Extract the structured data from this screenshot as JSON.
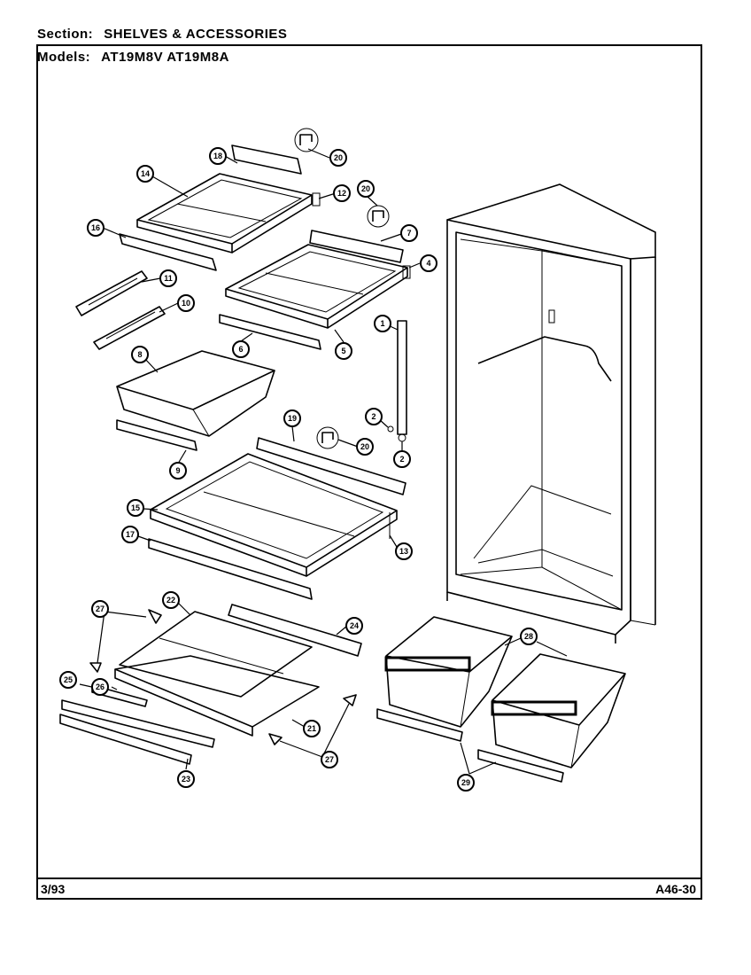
{
  "header": {
    "section_label": "Section:",
    "section_value": "SHELVES & ACCESSORIES",
    "models_label": "Models:",
    "models_value": "AT19M8V AT19M8A"
  },
  "footer": {
    "date": "3/93",
    "page_code": "A46-30"
  },
  "callouts": {
    "c1": "1",
    "c2a": "2",
    "c2b": "2",
    "c4": "4",
    "c5": "5",
    "c6": "6",
    "c7": "7",
    "c8": "8",
    "c9": "9",
    "c10": "10",
    "c11": "11",
    "c12": "12",
    "c13": "13",
    "c14": "14",
    "c15": "15",
    "c16": "16",
    "c17": "17",
    "c18": "18",
    "c19": "19",
    "c20a": "20",
    "c20b": "20",
    "c20c": "20",
    "c21": "21",
    "c22": "22",
    "c23": "23",
    "c24": "24",
    "c25": "25",
    "c26": "26",
    "c27a": "27",
    "c27b": "27",
    "c28": "28",
    "c29": "29"
  }
}
